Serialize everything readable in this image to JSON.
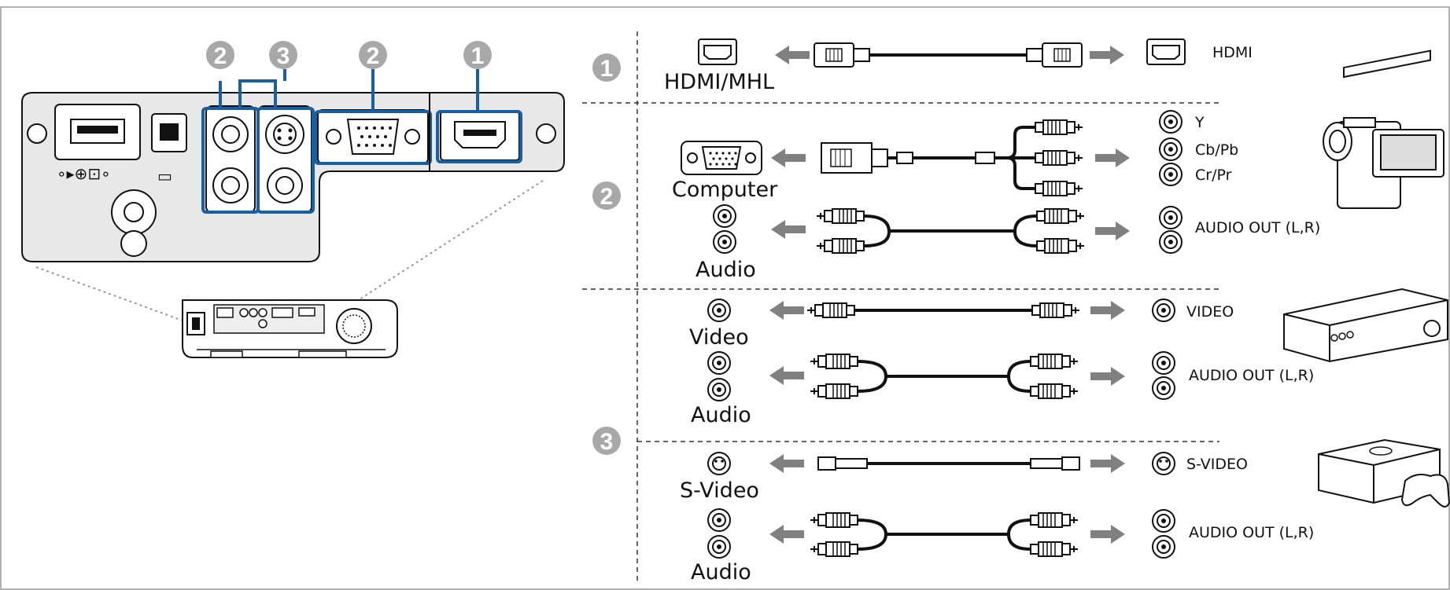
{
  "badges": {
    "one": "1",
    "two": "2",
    "three": "3"
  },
  "rows": {
    "hdmi": {
      "left_label": "HDMI/MHL",
      "right_label": "HDMI"
    },
    "component": {
      "left_label": "Computer",
      "right_labels": [
        "Y",
        "Cb/Pb",
        "Cr/Pr"
      ]
    },
    "component_audio": {
      "left_label": "Audio",
      "right_label": "AUDIO OUT (L,R)"
    },
    "composite": {
      "left_label": "Video",
      "right_label": "VIDEO"
    },
    "composite_audio": {
      "left_label": "Audio",
      "right_label": "AUDIO OUT (L,R)"
    },
    "svideo": {
      "left_label": "S-Video",
      "right_label": "S-VIDEO"
    },
    "svideo_audio": {
      "left_label": "Audio",
      "right_label": "AUDIO OUT (L,R)"
    }
  },
  "colors": {
    "accent_blue": "#1a5fa0",
    "badge_gray": "#a8a8a8",
    "arrow_gray": "#808080",
    "line": "#111111"
  }
}
